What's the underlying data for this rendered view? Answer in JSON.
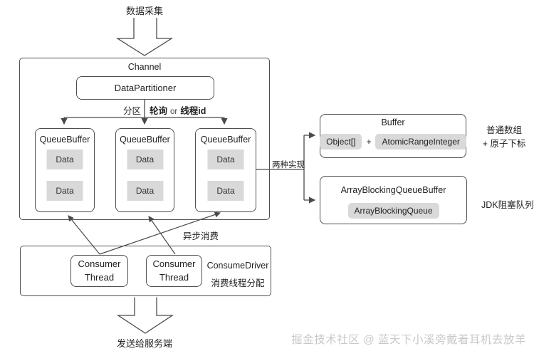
{
  "labels": {
    "top_arrow": "数据采集",
    "bottom_arrow": "发送给服务端",
    "two_implementations": "两种实现",
    "async_consume": "异步消费",
    "watermark": "掘金技术社区 @ 蓝天下小溪旁戴着耳机去放羊"
  },
  "channel": {
    "title": "Channel",
    "partitioner_label": "DataPartitioner",
    "partition_label": "分区",
    "strategy": {
      "round_robin": "轮询",
      "or": "or",
      "thread_id": "线程id"
    },
    "queue_buffers": [
      {
        "title": "QueueBuffer",
        "items": [
          "Data",
          "Data"
        ]
      },
      {
        "title": "QueueBuffer",
        "items": [
          "Data",
          "Data"
        ]
      },
      {
        "title": "QueueBuffer",
        "items": [
          "Data",
          "Data"
        ]
      }
    ]
  },
  "implementations": {
    "buffer": {
      "title": "Buffer",
      "component_a": "Object[]",
      "plus": "+",
      "component_b": "AtomicRangeInteger",
      "note_line1": "普通数组",
      "note_line2": "+ 原子下标"
    },
    "blocking_queue": {
      "title": "ArrayBlockingQueueBuffer",
      "component": "ArrayBlockingQueue",
      "note": "JDK阻塞队列"
    }
  },
  "consumer": {
    "threads": [
      "Consumer Thread",
      "Consumer Thread"
    ],
    "driver_title": "ConsumeDriver",
    "driver_subtitle": "消费线程分配"
  },
  "colors": {
    "line": "#4a4a4a",
    "gray_fill": "#d9d9d9",
    "watermark_text": "#c9c9c9"
  }
}
